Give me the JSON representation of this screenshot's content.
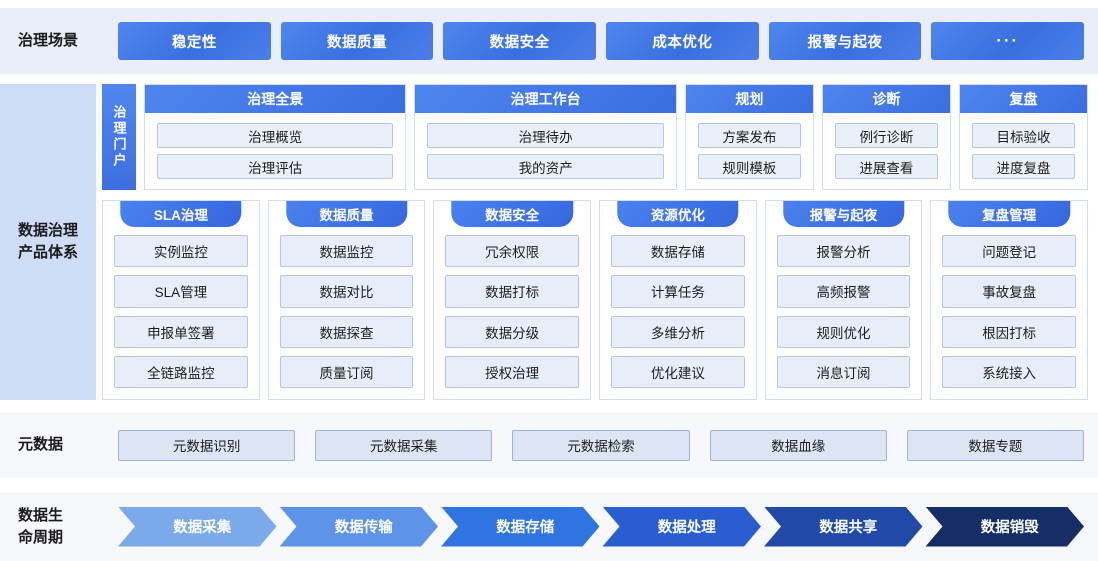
{
  "scenarios": {
    "label": "治理场景",
    "items": [
      {
        "label": "稳定性"
      },
      {
        "label": "数据质量"
      },
      {
        "label": "数据安全"
      },
      {
        "label": "成本优化"
      },
      {
        "label": "报警与起夜"
      },
      {
        "label": "···"
      }
    ]
  },
  "products": {
    "label": "数据治理\n产品体系",
    "portal_tab": "治理门户",
    "portal_cards": [
      {
        "title": "治理全景",
        "items": [
          "治理概览",
          "治理评估"
        ]
      },
      {
        "title": "治理工作台",
        "items": [
          "治理待办",
          "我的资产"
        ]
      },
      {
        "title": "规划",
        "items": [
          "方案发布",
          "规则模板"
        ]
      },
      {
        "title": "诊断",
        "items": [
          "例行诊断",
          "进展查看"
        ]
      },
      {
        "title": "复盘",
        "items": [
          "目标验收",
          "进度复盘"
        ]
      }
    ],
    "capability_columns": [
      {
        "title": "SLA治理",
        "items": [
          "实例监控",
          "SLA管理",
          "申报单签署",
          "全链路监控"
        ]
      },
      {
        "title": "数据质量",
        "items": [
          "数据监控",
          "数据对比",
          "数据探查",
          "质量订阅"
        ]
      },
      {
        "title": "数据安全",
        "items": [
          "冗余权限",
          "数据打标",
          "数据分级",
          "授权治理"
        ]
      },
      {
        "title": "资源优化",
        "items": [
          "数据存储",
          "计算任务",
          "多维分析",
          "优化建议"
        ]
      },
      {
        "title": "报警与起夜",
        "items": [
          "报警分析",
          "高频报警",
          "规则优化",
          "消息订阅"
        ]
      },
      {
        "title": "复盘管理",
        "items": [
          "问题登记",
          "事故复盘",
          "根因打标",
          "系统接入"
        ]
      }
    ]
  },
  "metadata": {
    "label": "元数据",
    "items": [
      {
        "label": "元数据识别"
      },
      {
        "label": "元数据采集"
      },
      {
        "label": "元数据检索"
      },
      {
        "label": "数据血缘"
      },
      {
        "label": "数据专题"
      }
    ]
  },
  "lifecycle": {
    "label": "数据生\n命周期",
    "items": [
      {
        "label": "数据采集",
        "color": "#7aaaea"
      },
      {
        "label": "数据传输",
        "color": "#5d93e8"
      },
      {
        "label": "数据存储",
        "color": "#2f74e0"
      },
      {
        "label": "数据处理",
        "color": "#2a5ed0"
      },
      {
        "label": "数据共享",
        "color": "#214aa8"
      },
      {
        "label": "数据销毁",
        "color": "#152f66"
      }
    ]
  }
}
